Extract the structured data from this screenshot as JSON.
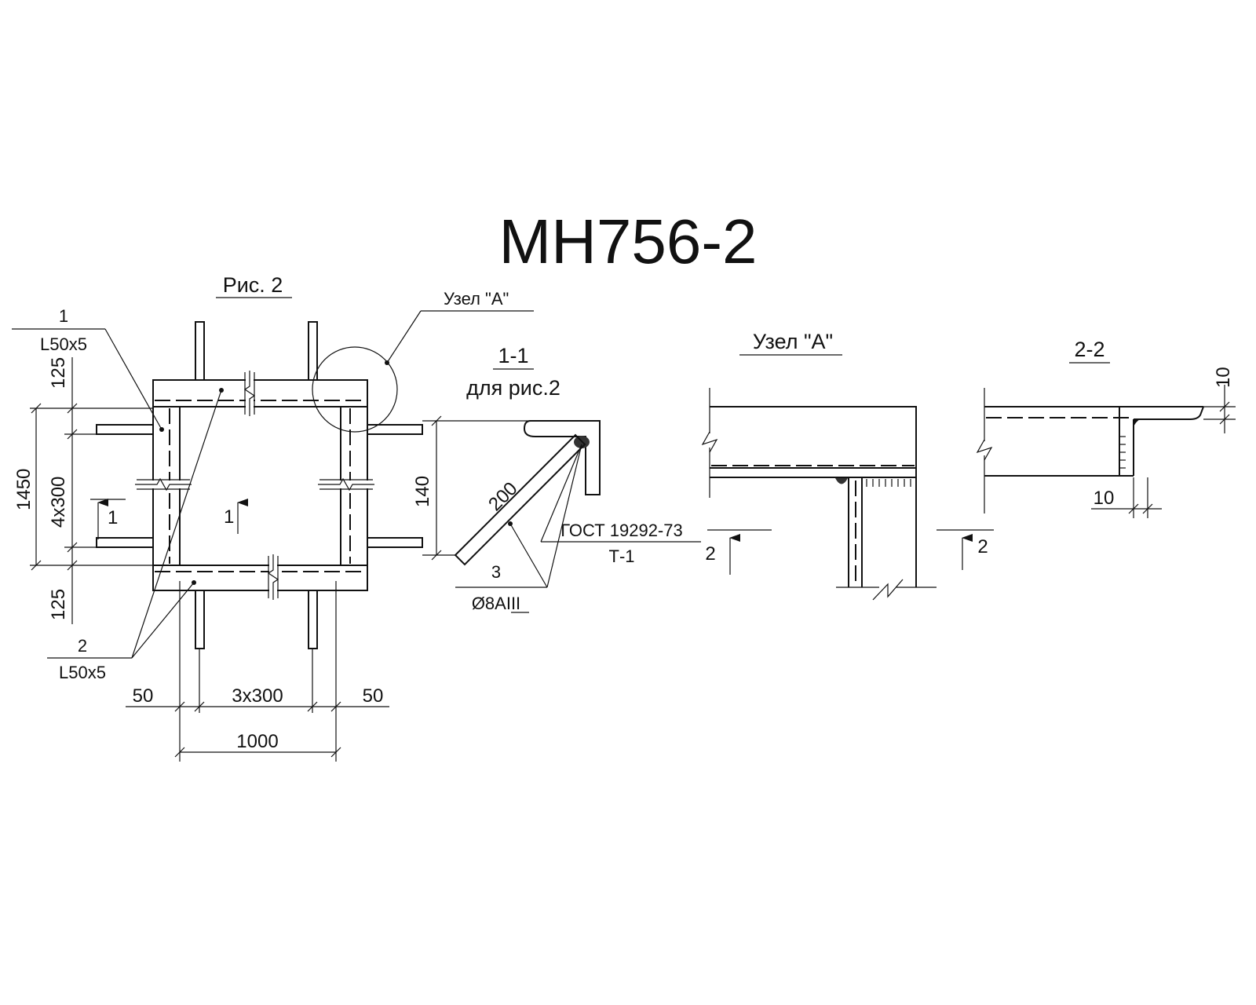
{
  "title": "МН756-2",
  "fig_caption": "Рис. 2",
  "node_callout": "Узел \"А\"",
  "section_1_1": {
    "title": "1-1",
    "subtitle": "для рис.2",
    "dim_height": "140",
    "dim_length": "200",
    "standard": "ГОСТ 19292-73",
    "weld_type": "Т-1",
    "pos_no": "3",
    "rebar": "Ø8АIII"
  },
  "node_a": {
    "title": "Узел \"А\"",
    "cut_mark": "2"
  },
  "section_2_2": {
    "title": "2-2",
    "dim_top": "10",
    "dim_bottom": "10",
    "cut_mark": "2"
  },
  "plan": {
    "pos1_no": "1",
    "pos1_profile": "L50x5",
    "pos2_no": "2",
    "pos2_profile": "L50x5",
    "dim_top_125": "125",
    "dim_bottom_125": "125",
    "dim_4x300": "4x300",
    "dim_1450": "1450",
    "dim_50_left": "50",
    "dim_3x300": "3x300",
    "dim_50_right": "50",
    "dim_1000": "1000",
    "cut_mark_left": "1",
    "cut_mark_center": "1"
  },
  "colors": {
    "ink": "#111111",
    "paper": "#ffffff"
  },
  "icons": [
    "section-arrow-icon",
    "break-line-icon",
    "weld-bead-icon"
  ]
}
